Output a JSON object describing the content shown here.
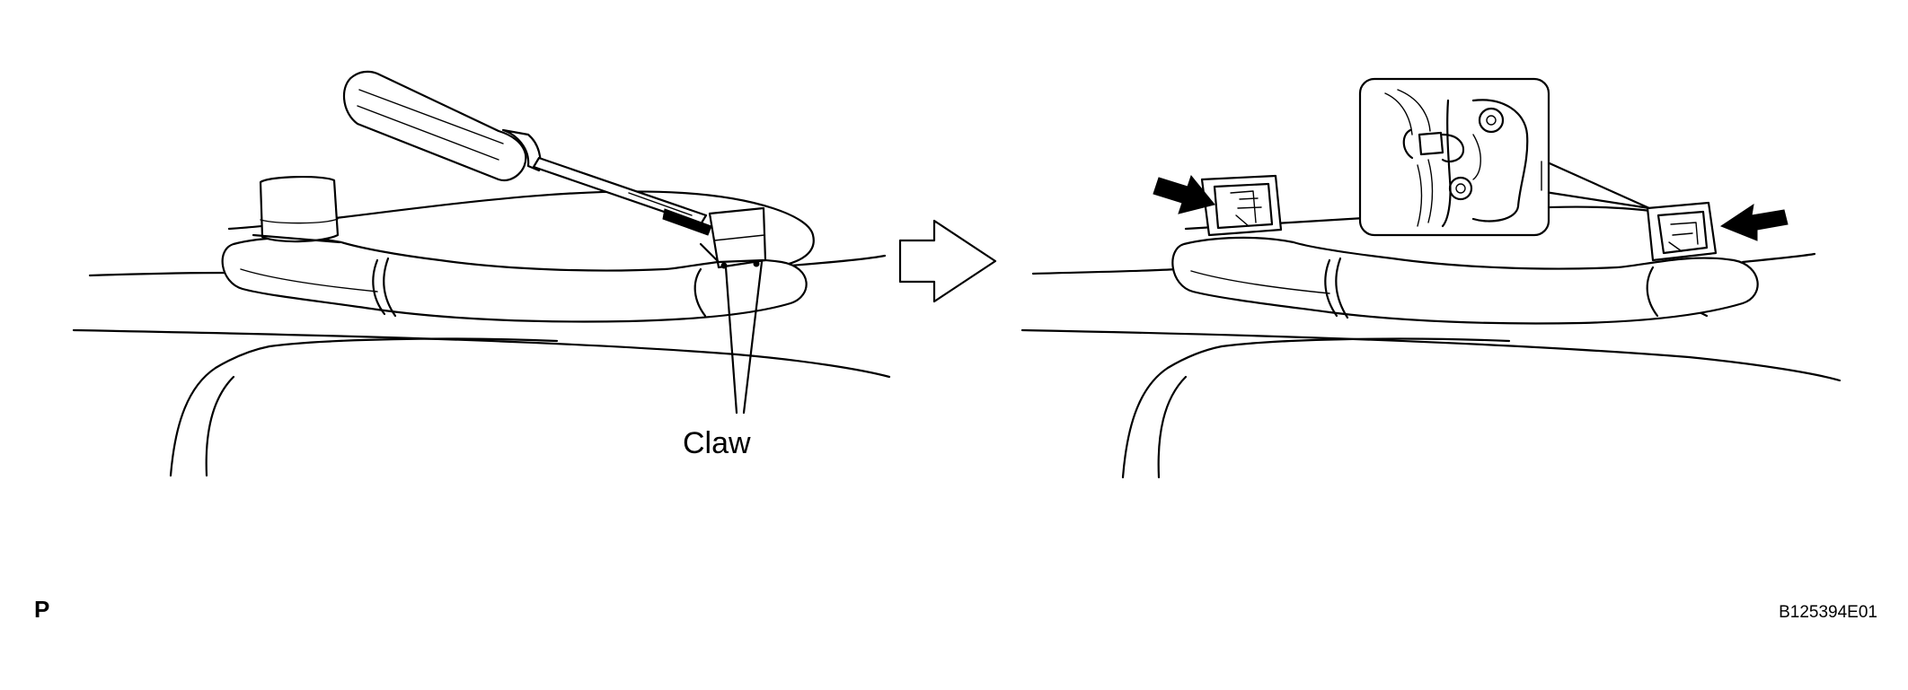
{
  "labels": {
    "claw": "Claw",
    "corner_letter": "P",
    "figure_code": "B125394E01"
  },
  "icons": {
    "step_arrow": "hollow-right-arrow-icon",
    "pointer_arrow": "solid-black-arrow-icon",
    "tool": "screwdriver-icon"
  },
  "colors": {
    "ink": "#000000",
    "paper": "#ffffff"
  }
}
